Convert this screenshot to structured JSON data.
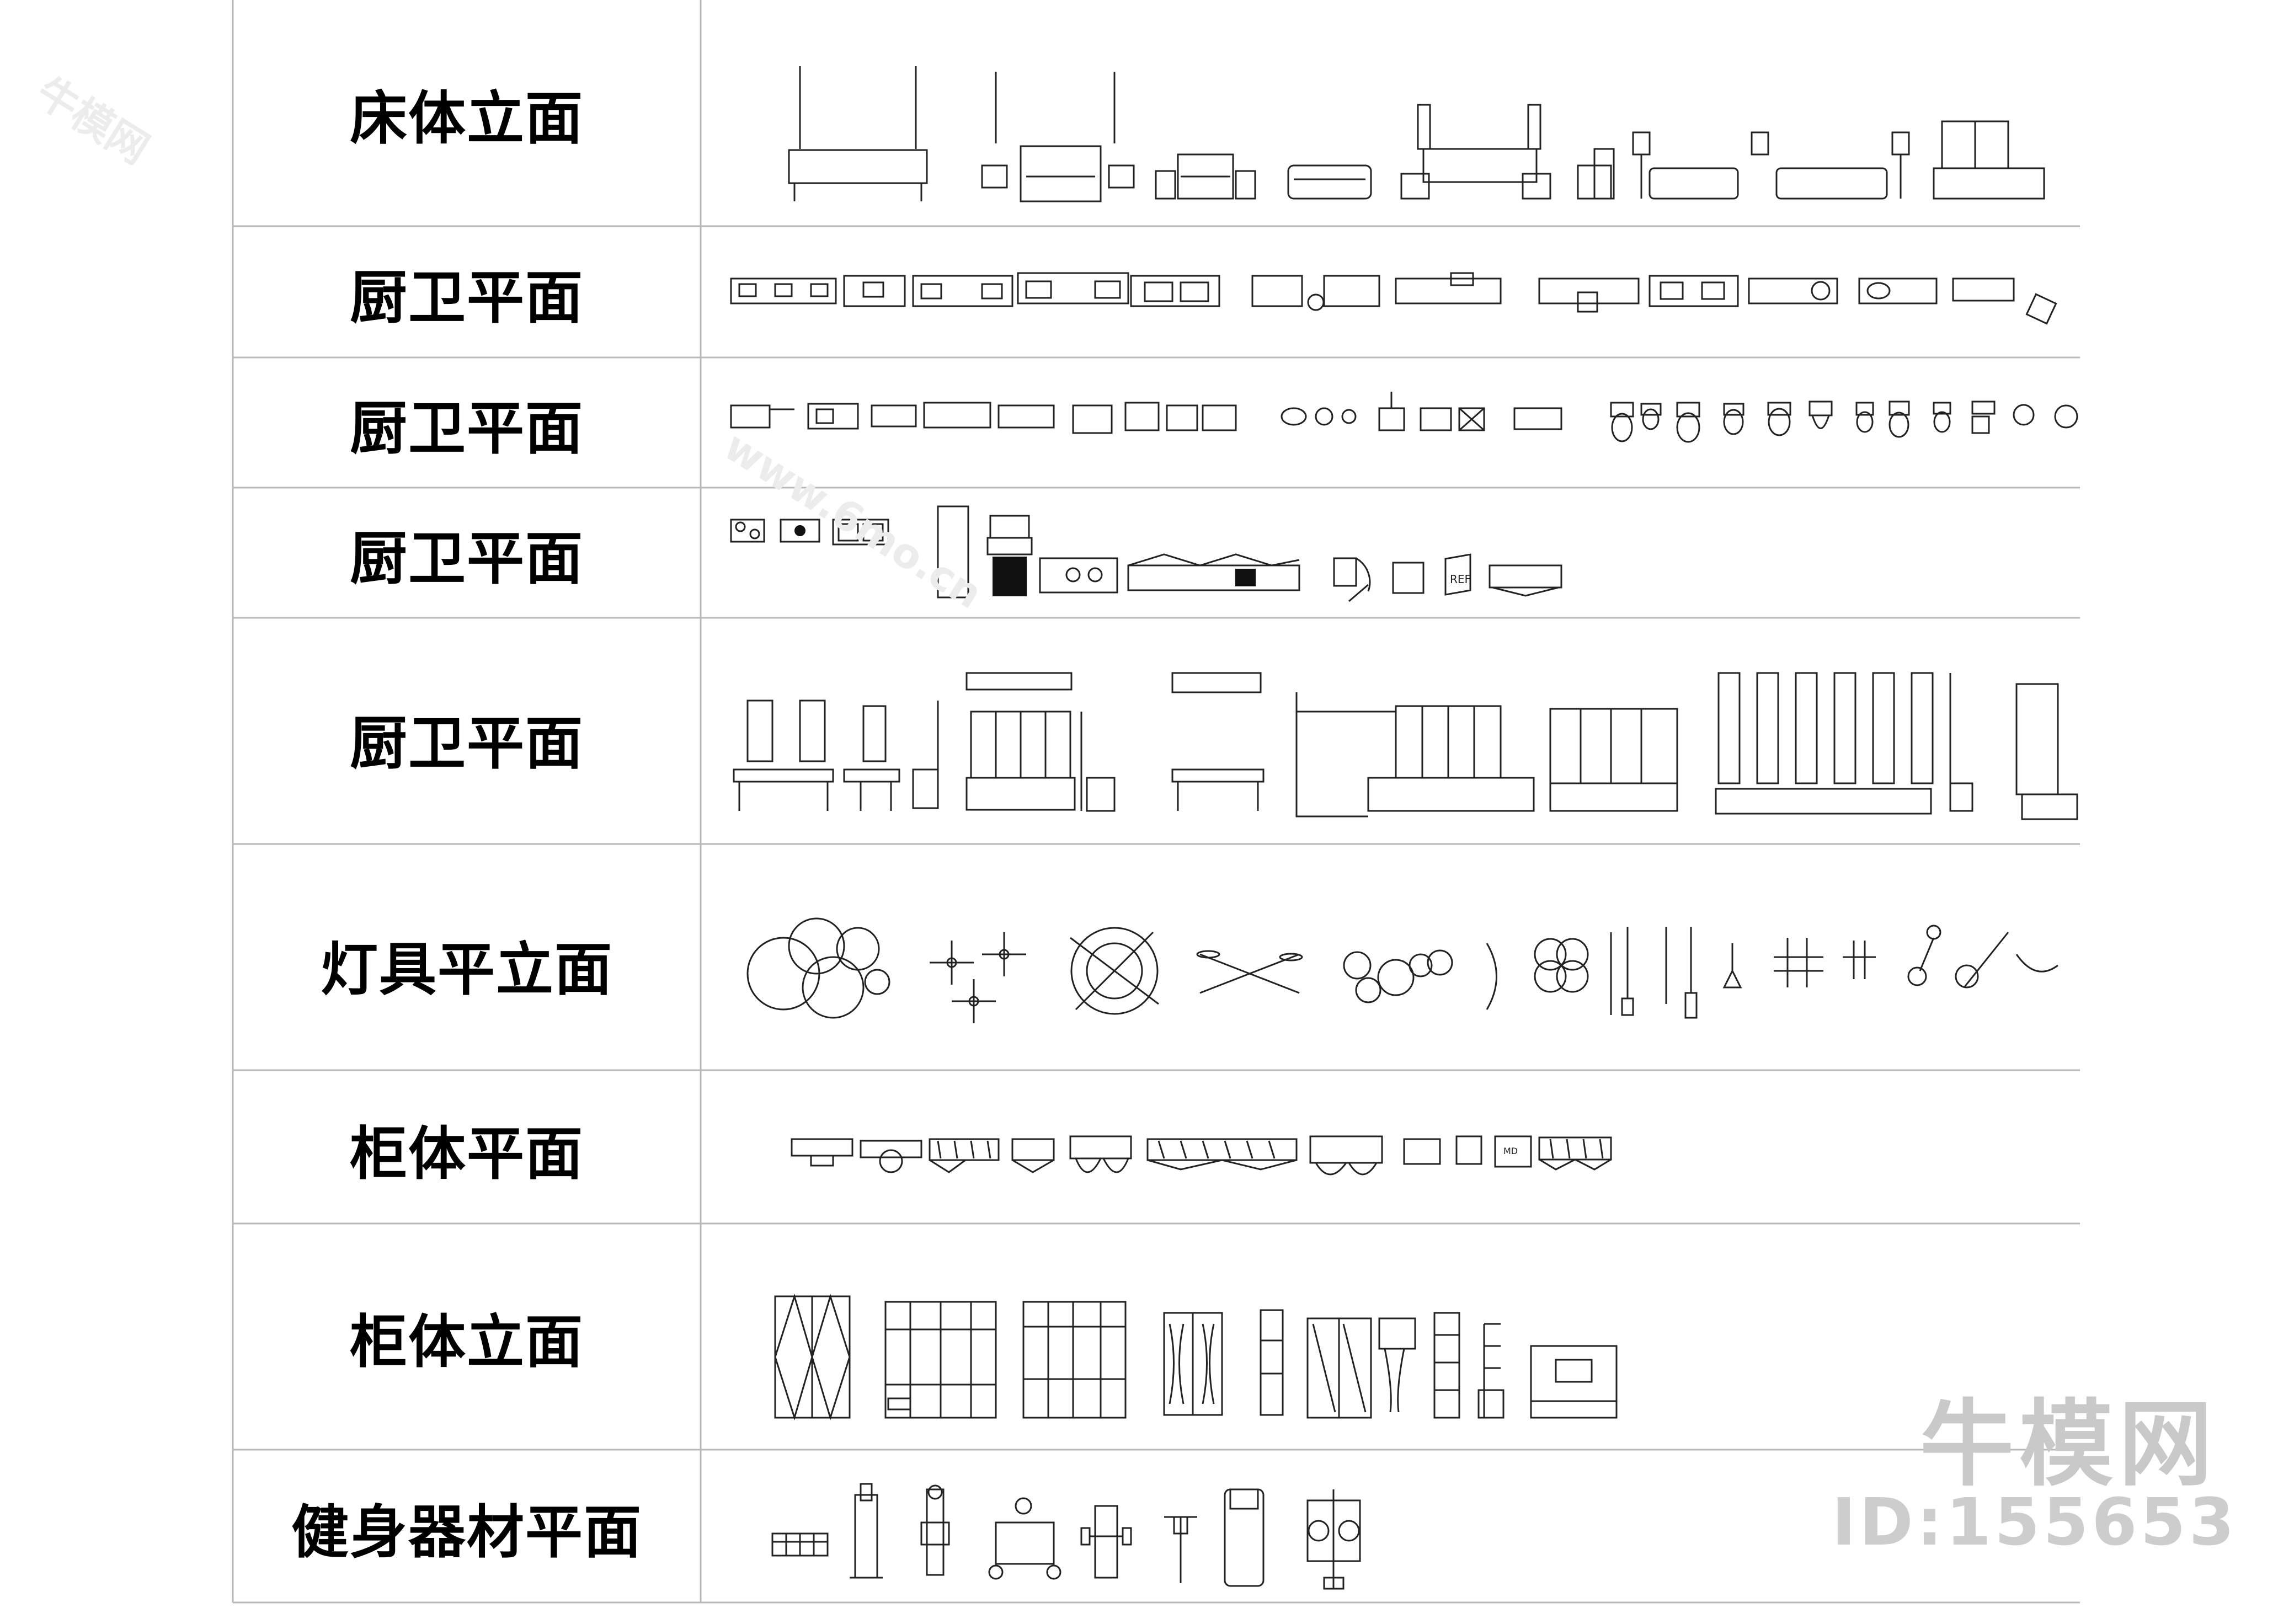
{
  "sheet": {
    "rows": [
      {
        "label": "床体立面"
      },
      {
        "label": "厨卫平面"
      },
      {
        "label": "厨卫平面"
      },
      {
        "label": "厨卫平面"
      },
      {
        "label": "厨卫平面"
      },
      {
        "label": "灯具平立面"
      },
      {
        "label": "柜体平面"
      },
      {
        "label": "柜体立面"
      },
      {
        "label": "健身器材平面"
      }
    ]
  },
  "symbol_text": {
    "fridge": "REF",
    "tv": "MD"
  },
  "watermark": {
    "brand": "牛模网",
    "id": "ID:155653",
    "pattern_brand": "牛模网",
    "pattern_url": "www.6mo.cn"
  },
  "colors": {
    "line": "#222222",
    "grid": "#b8b8b8",
    "watermark": "#c9c9c9"
  }
}
